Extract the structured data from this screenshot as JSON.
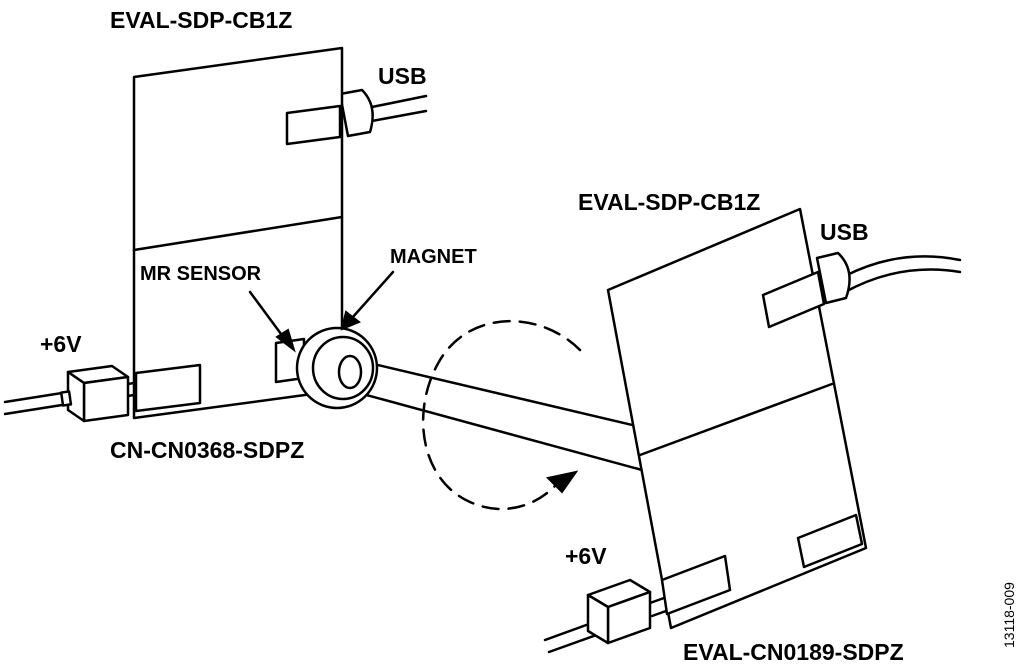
{
  "labels": {
    "top_board": "EVAL-SDP-CB1Z",
    "top_usb": "USB",
    "mr_sensor": "MR SENSOR",
    "magnet": "MAGNET",
    "left_power": "+6V",
    "left_board": "CN-CN0368-SDPZ",
    "right_board": "EVAL-SDP-CB1Z",
    "right_usb": "USB",
    "right_power": "+6V",
    "right_bottom_board": "EVAL-CN0189-SDPZ",
    "figure_id": "13118-009"
  },
  "colors": {
    "stroke": "#000000",
    "background": "#ffffff"
  }
}
